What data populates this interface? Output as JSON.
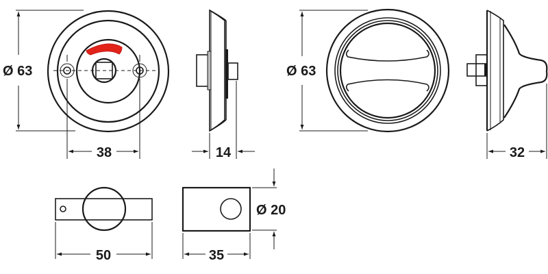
{
  "drawing": {
    "type": "technical-dimension-drawing",
    "subject": "bathroom privacy lock turn and release set",
    "units": "mm",
    "indicator_color": "#e2231a",
    "line_color": "#1a1a1a"
  },
  "views": {
    "front_indicator": {
      "diameter_label": "Ø 63",
      "hole_spacing_label": "38"
    },
    "side_indicator": {
      "depth_label": "14"
    },
    "front_turn": {
      "diameter_label": "Ø 63"
    },
    "side_turn": {
      "depth_label": "32"
    },
    "spindle_plate": {
      "width_label": "50"
    },
    "mounting_block": {
      "width_label": "35",
      "hole_diameter_label": "Ø 20"
    }
  }
}
